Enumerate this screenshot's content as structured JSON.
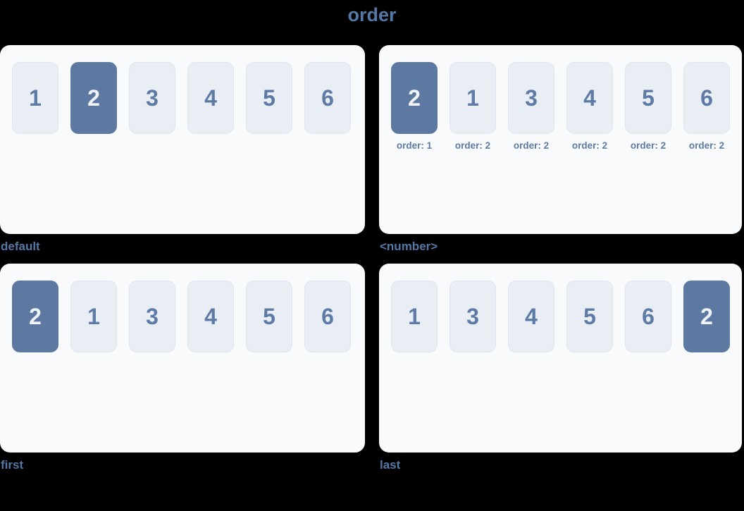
{
  "page": {
    "title": "order",
    "background_color": "#000000"
  },
  "colors": {
    "panel_background": "#f8fafc",
    "box_background": "#e9edf4",
    "box_border": "#dfe5f0",
    "box_number_color": "#5e7ba6",
    "highlight_background": "#5e79a1",
    "highlight_number_color": "#f0f4f9",
    "heading_color": "#5678a6"
  },
  "panels": [
    {
      "key": "default",
      "caption": "default",
      "items": [
        {
          "label": "1",
          "highlight": false
        },
        {
          "label": "2",
          "highlight": true
        },
        {
          "label": "3",
          "highlight": false
        },
        {
          "label": "4",
          "highlight": false
        },
        {
          "label": "5",
          "highlight": false
        },
        {
          "label": "6",
          "highlight": false
        }
      ]
    },
    {
      "key": "number",
      "caption": "<number>",
      "items": [
        {
          "label": "2",
          "highlight": true,
          "sub": "order: 1"
        },
        {
          "label": "1",
          "highlight": false,
          "sub": "order: 2"
        },
        {
          "label": "3",
          "highlight": false,
          "sub": "order: 2"
        },
        {
          "label": "4",
          "highlight": false,
          "sub": "order: 2"
        },
        {
          "label": "5",
          "highlight": false,
          "sub": "order: 2"
        },
        {
          "label": "6",
          "highlight": false,
          "sub": "order: 2"
        }
      ]
    },
    {
      "key": "first",
      "caption": "first",
      "items": [
        {
          "label": "2",
          "highlight": true
        },
        {
          "label": "1",
          "highlight": false
        },
        {
          "label": "3",
          "highlight": false
        },
        {
          "label": "4",
          "highlight": false
        },
        {
          "label": "5",
          "highlight": false
        },
        {
          "label": "6",
          "highlight": false
        }
      ]
    },
    {
      "key": "last",
      "caption": "last",
      "items": [
        {
          "label": "1",
          "highlight": false
        },
        {
          "label": "3",
          "highlight": false
        },
        {
          "label": "4",
          "highlight": false
        },
        {
          "label": "5",
          "highlight": false
        },
        {
          "label": "6",
          "highlight": false
        },
        {
          "label": "2",
          "highlight": true
        }
      ]
    }
  ]
}
